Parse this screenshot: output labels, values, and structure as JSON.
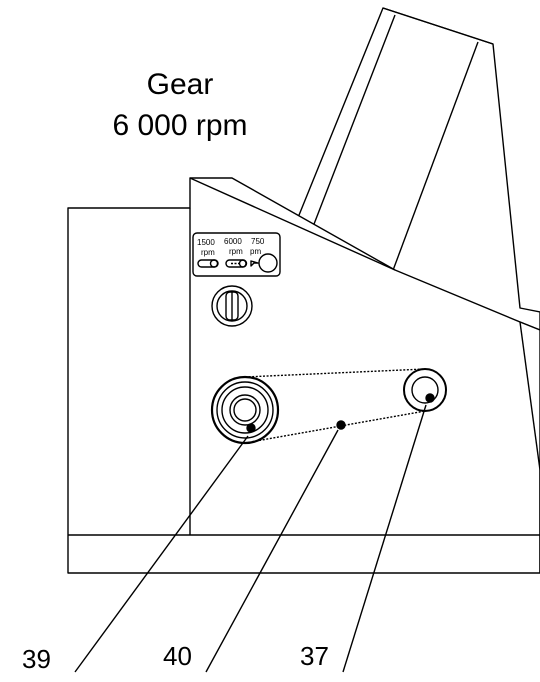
{
  "diagram": {
    "title_line1": "Gear",
    "title_line2": "6 000 rpm",
    "speed_plate": {
      "labels": [
        {
          "value": "1500",
          "unit": "rpm"
        },
        {
          "value": "6000",
          "unit": "rpm"
        },
        {
          "value": "750",
          "unit": "pm"
        }
      ]
    },
    "callouts": [
      {
        "number": "39",
        "target": "drive-pulley"
      },
      {
        "number": "40",
        "target": "belt"
      },
      {
        "number": "37",
        "target": "idler-pulley"
      }
    ],
    "colors": {
      "line": "#000000",
      "background": "#ffffff"
    }
  }
}
